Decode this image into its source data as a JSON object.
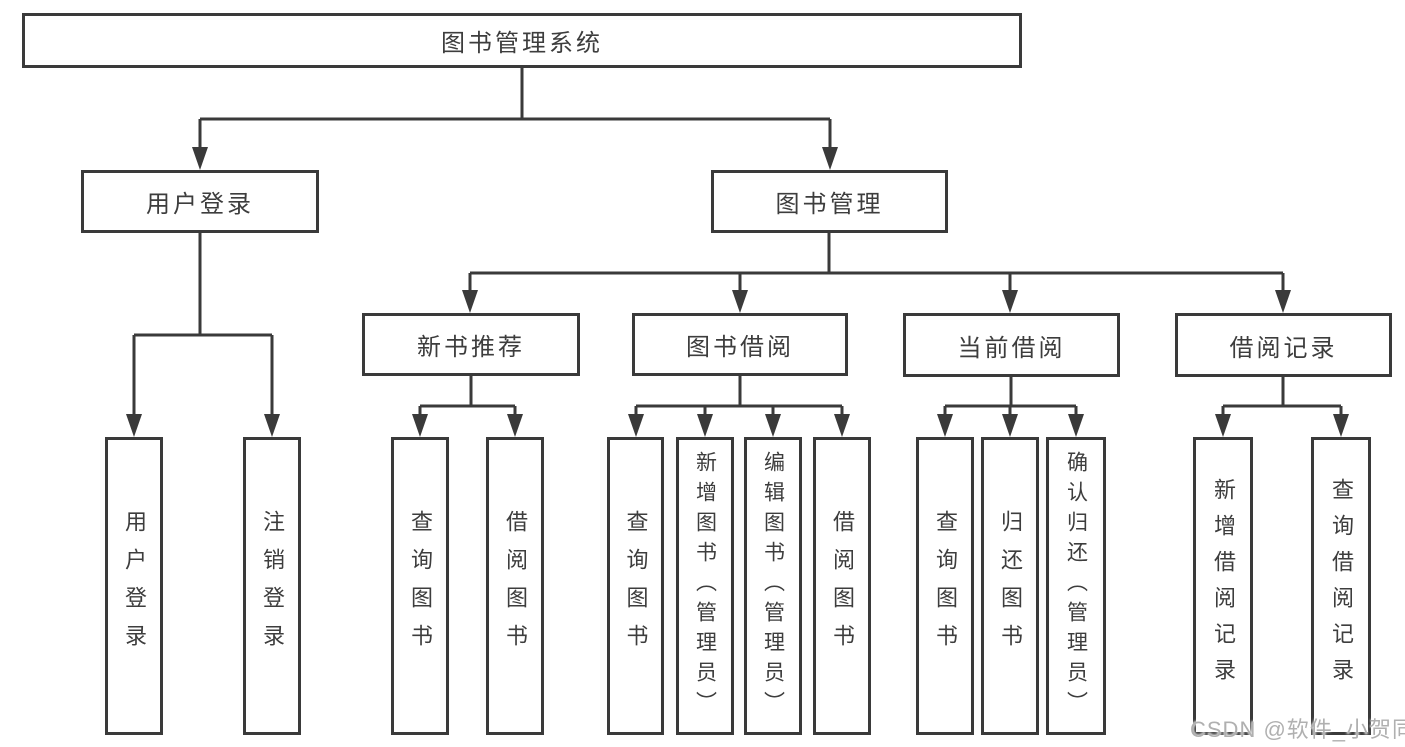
{
  "diagram": {
    "title": "图书管理系统",
    "user_login": {
      "label": "用户登录",
      "children": [
        "用户登录",
        "注销登录"
      ]
    },
    "book_mgmt": {
      "label": "图书管理",
      "sections": [
        {
          "label": "新书推荐",
          "children": [
            "查询图书",
            "借阅图书"
          ]
        },
        {
          "label": "图书借阅",
          "children": [
            "查询图书",
            "新增图书（管理员）",
            "编辑图书（管理员）",
            "借阅图书"
          ]
        },
        {
          "label": "当前借阅",
          "children": [
            "查询图书",
            "归还图书",
            "确认归还（管理员）"
          ]
        },
        {
          "label": "借阅记录",
          "children": [
            "新增借阅记录",
            "查询借阅记录"
          ]
        }
      ]
    },
    "watermark": "CSDN @软件_小贺同学"
  },
  "colors": {
    "line": "#3a3a3a",
    "text": "#3d3d3d",
    "background": "#ffffff",
    "watermark": "#b0b0b0"
  }
}
